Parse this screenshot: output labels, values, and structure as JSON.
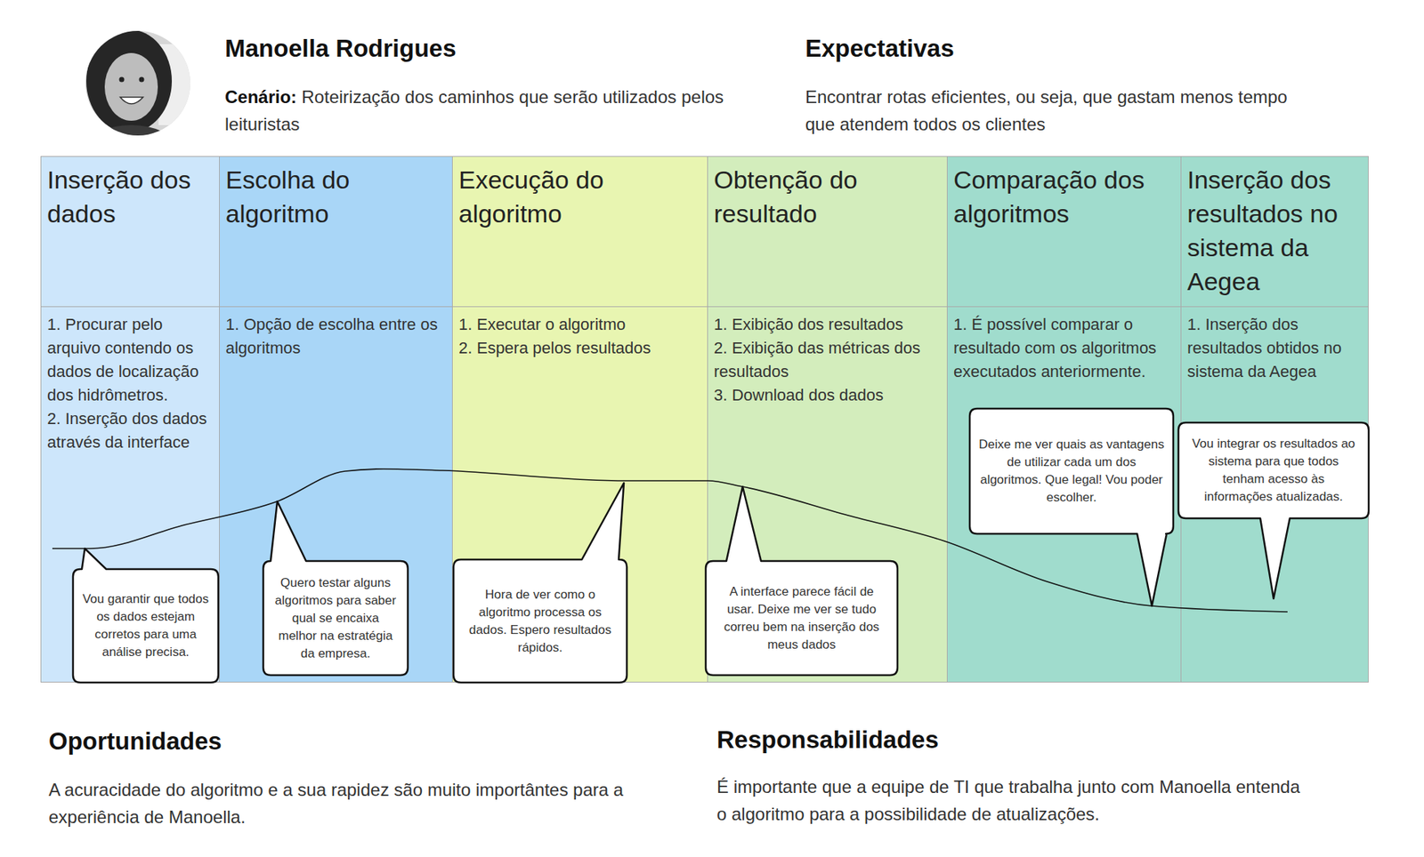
{
  "diagram": {
    "title": "Manoella Rodrigues",
    "nodes": [
      {
        "text": [
          "Inserção dos dados",
          "1. Procurar pelo arquivo contendo os dados de localização dos hidrômetros.",
          "2. Inserção dos dados através da interface"
        ]
      },
      {
        "text": [
          "Escolha do algoritmo",
          "1. Opção de escolha entre os algoritmos"
        ]
      },
      {
        "text": [
          "Execução do algoritmo",
          "1. Executar o algoritmo",
          "2. Espera pelos resultados"
        ]
      },
      {
        "text": [
          "Obtenção do resultado",
          "1. Exibição dos resultados",
          "2. Exibição das métricas dos resultados",
          "3. Download dos dados"
        ]
      },
      {
        "text": [
          "Comparação dos algoritmos",
          "1. É possível comparar o resultado com os algoritmos executados anteriormente."
        ]
      },
      {
        "text": [
          "Inserção dos resultados no sistema da Aegea",
          "1. Inserção dos resultados obtidos no sistema da Aegea"
        ]
      },
      {
        "text": [
          "Vou garantir que todos os dados estejam corretos para uma análise precisa."
        ]
      },
      {
        "text": [
          "Quero testar alguns algoritmos para saber qual se encaixa melhor na estratégia da empresa."
        ]
      },
      {
        "text": [
          "Hora de ver como o algoritmo processa os dados. Espero resultados rápidos."
        ]
      },
      {
        "text": [
          "A interface parece fácil de usar. Deixe me ver se tudo correu bem na inserção dos meus dados"
        ]
      },
      {
        "text": [
          "Deixe me ver quais as vantagens de utilizar cada um dos algoritmos. Que legal! Vou poder escolher."
        ]
      },
      {
        "text": [
          "Vou integrar os resultados ao sistema para que todos tenham acesso às informações atualizadas."
        ]
      }
    ],
    "labels": [
      "Cenário:",
      "Roteirização dos caminhos que serão utilizados pelos leituristas",
      "Expectativas",
      "Encontrar rotas eficientes, ou seja, que gastam menos tempo que atendem todos os clientes",
      "Oportunidades",
      "A acuracidade do algoritmo e a sua rapidez são muito importântes para a experiência de Manoella.",
      "Responsabilidades",
      "É importante que a equipe de TI que trabalha junto com Manoella entenda o algoritmo para a possibilidade de atualizações."
    ]
  }
}
